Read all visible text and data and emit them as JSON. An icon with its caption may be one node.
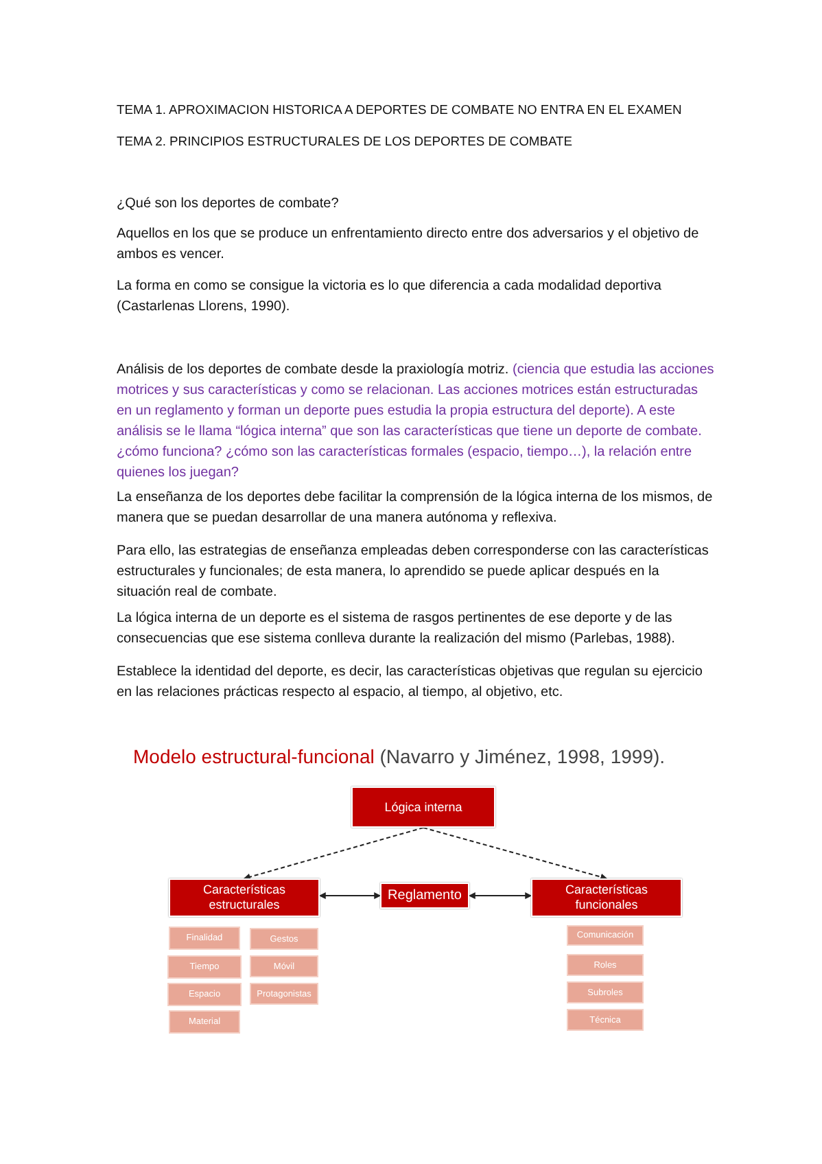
{
  "diagram": {
    "nodes": [
      {
        "text": [
          "Lógica interna"
        ]
      },
      {
        "text": [
          "Características estructurales"
        ]
      },
      {
        "text": [
          "Reglamento"
        ]
      },
      {
        "text": [
          "Características funcionales"
        ]
      },
      {
        "text": [
          "Finalidad"
        ]
      },
      {
        "text": [
          "Tiempo"
        ]
      },
      {
        "text": [
          "Espacio"
        ]
      },
      {
        "text": [
          "Material"
        ]
      },
      {
        "text": [
          "Gestos"
        ]
      },
      {
        "text": [
          "Móvil"
        ]
      },
      {
        "text": [
          "Protagonistas"
        ]
      },
      {
        "text": [
          "Comunicación"
        ]
      },
      {
        "text": [
          "Roles"
        ]
      },
      {
        "text": [
          "Subroles"
        ]
      },
      {
        "text": [
          "Técnica"
        ]
      }
    ],
    "edges": [
      {
        "from": 0,
        "to": 1,
        "arrow": "to",
        "style": "dashed"
      },
      {
        "from": 0,
        "to": 3,
        "arrow": "to",
        "style": "dashed"
      },
      {
        "from": 2,
        "to": 1,
        "arrow": "both"
      },
      {
        "from": 2,
        "to": 3,
        "arrow": "both"
      }
    ],
    "labels": [
      "TEMA 1. APROXIMACION HISTORICA A DEPORTES DE COMBATE NO ENTRA EN EL EXAMEN",
      "TEMA 2. PRINCIPIOS ESTRUCTURALES DE LOS DEPORTES DE COMBATE",
      "¿Qué son los deportes de combate?",
      "Aquellos en los que se produce un enfrentamiento directo entre dos adversarios y el objetivo de ambos es vencer.",
      "La forma en como se consigue la victoria es lo que diferencia a cada modalidad deportiva (Castarlenas Llorens, 1990).",
      "Análisis de los deportes de combate desde la praxiología motriz.",
      "(ciencia que estudia las acciones motrices y sus características y como se relacionan. Las acciones motrices están estructuradas en un reglamento y forman un deporte pues estudia la propia estructura del deporte). A este análisis se le llama “lógica interna” que son las características que tiene un deporte de combate. ¿cómo funciona? ¿cómo son las características formales (espacio, tiempo…), la relación entre quienes los juegan?",
      "La enseñanza de los deportes debe facilitar la comprensión de la lógica interna de los mismos, de manera que se puedan desarrollar de una manera autónoma y reflexiva.",
      "Para ello, las estrategias de enseñanza empleadas deben corresponderse con las características estructurales y funcionales; de esta manera, lo aprendido se puede aplicar después en la situación real de combate.",
      "La lógica interna de un deporte es el sistema de rasgos pertinentes de ese deporte y de las consecuencias que ese sistema conlleva durante la realización del mismo (Parlebas, 1988).",
      "Establece la identidad del deporte, es decir, las características objetivas que regulan su ejercicio en las relaciones prácticas respecto al espacio, al tiempo, al objetivo, etc.",
      "Modelo estructural-funcional",
      "(Navarro y Jiménez, 1998, 1999)."
    ]
  }
}
